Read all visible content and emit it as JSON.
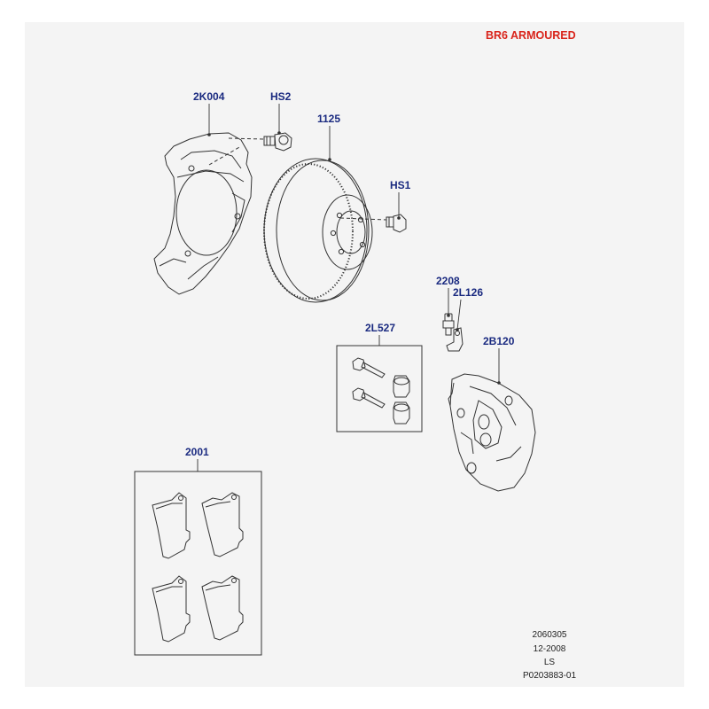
{
  "diagram": {
    "title": "BR6 ARMOURED",
    "callouts": [
      "2K004",
      "HS2",
      "1125",
      "HS1",
      "2208",
      "2L126",
      "2L527",
      "2B120",
      "2001"
    ],
    "footer": [
      "2060305",
      "12-2008",
      "LS",
      "P0203883-01"
    ]
  },
  "colors": {
    "title": "#d9241b",
    "callout": "#1a2a80",
    "line": "#333333",
    "background": "#f4f4f4"
  }
}
